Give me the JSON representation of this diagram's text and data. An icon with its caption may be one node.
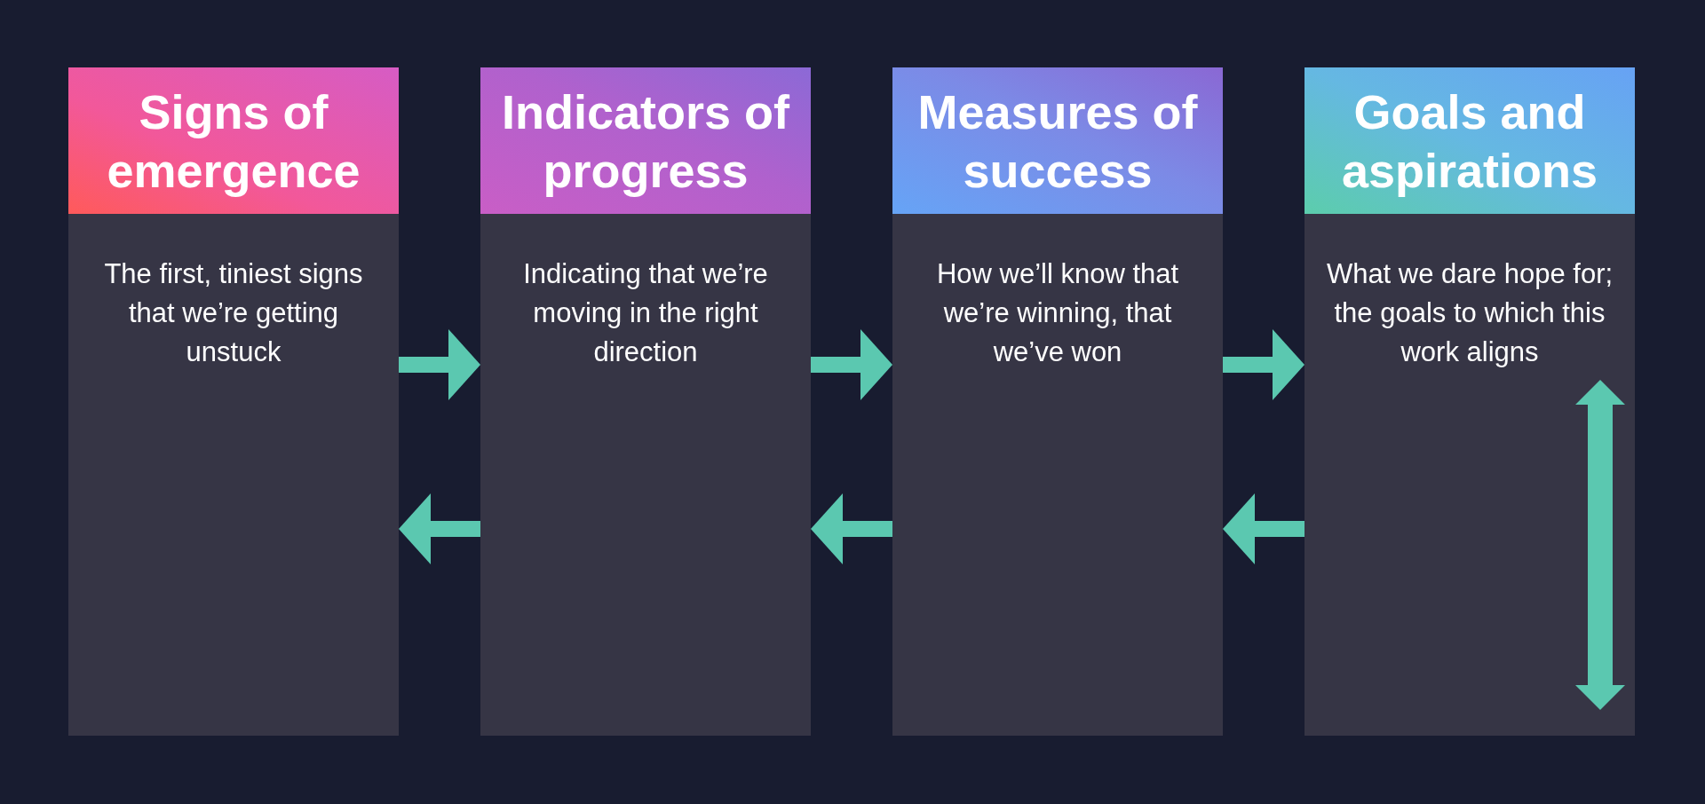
{
  "diagram": {
    "nodes": [
      {
        "text": [
          "Signs of emergence",
          "The first, tiniest signs that we’re getting unstuck"
        ]
      },
      {
        "text": [
          "Indicators of progress",
          "Indicating that we’re moving in the right direction"
        ]
      },
      {
        "text": [
          "Measures of success",
          "How we’ll know that we’re winning, that we’ve won"
        ]
      },
      {
        "text": [
          "Goals and aspirations",
          "What we dare hope for; the goals to which this work aligns"
        ]
      }
    ],
    "edges": [
      {
        "from": 0,
        "to": 1,
        "arrow": "to"
      },
      {
        "from": 1,
        "to": 2,
        "arrow": "to"
      },
      {
        "from": 2,
        "to": 3,
        "arrow": "to"
      },
      {
        "from": 1,
        "to": 0,
        "arrow": "to"
      },
      {
        "from": 2,
        "to": 1,
        "arrow": "to"
      },
      {
        "from": 3,
        "to": 2,
        "arrow": "to"
      }
    ]
  }
}
